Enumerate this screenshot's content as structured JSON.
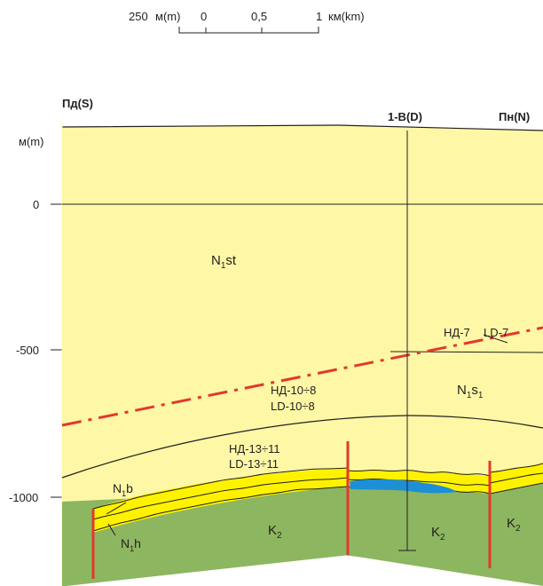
{
  "scale_bar": {
    "left_label": "250",
    "unit_left": "м(m)",
    "ticks": [
      "0",
      "0,5",
      "1"
    ],
    "unit_right": "км(km)"
  },
  "header": {
    "south_label": "Пд(S)",
    "well_label": "1-В(D)",
    "north_label": "Пн(N)"
  },
  "depth_axis": {
    "unit": "м(m)",
    "ticks": [
      "0",
      "-500",
      "-1000"
    ]
  },
  "formations": {
    "n1st": {
      "base": "N",
      "sub": "1",
      "rest": "st"
    },
    "n1s1": {
      "base": "N",
      "sub1": "1",
      "mid": "s",
      "sub2": "1"
    },
    "k2_left": {
      "base": "K",
      "sub": "2"
    },
    "k2_mid": {
      "base": "K",
      "sub": "2"
    },
    "k2_right": {
      "base": "K",
      "sub": "2"
    },
    "n1b": {
      "base": "N",
      "sub": "1",
      "rest": "b"
    },
    "n1h": {
      "base": "N",
      "sub": "1",
      "rest": "h"
    }
  },
  "horizon_labels": {
    "nd7": "НД-7",
    "ld7": "LD-7",
    "nd10_8": "НД-10÷8",
    "ld10_8": "LD-10÷8",
    "nd13_11": "НД-13÷11",
    "ld13_11": "LD-13÷11"
  },
  "colors": {
    "sand": "#fdf7a6",
    "yellow": "#fff200",
    "green": "#8db660",
    "blue": "#1c8fd6",
    "red": "#e3382e",
    "line": "#231f20"
  }
}
